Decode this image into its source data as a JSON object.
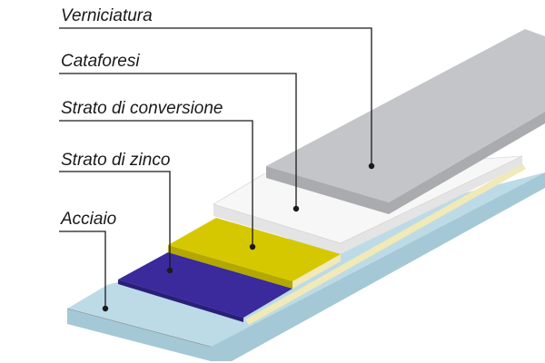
{
  "diagram": {
    "labels": {
      "verniciatura": "Verniciatura",
      "cataforesi": "Cataforesi",
      "strato_conversione": "Strato di conversione",
      "strato_zinco": "Strato di zinco",
      "acciaio": "Acciaio"
    },
    "colors": {
      "acciaio_top": "#bcdbe6",
      "acciaio_side": "#a4c8d6",
      "zinco_top": "#3a2a9c",
      "zinco_side": "#2a1f78",
      "conversione_top": "#d6c800",
      "conversione_side": "#b3a700",
      "cataforesi_top": "#f7f7f7",
      "cataforesi_side": "#e4e4e4",
      "verniciatura_top": "#c3c5c8",
      "verniciatura_side": "#a9abae",
      "accent_strip": "#f1e9b8",
      "leader": "#1a1a1a"
    }
  }
}
